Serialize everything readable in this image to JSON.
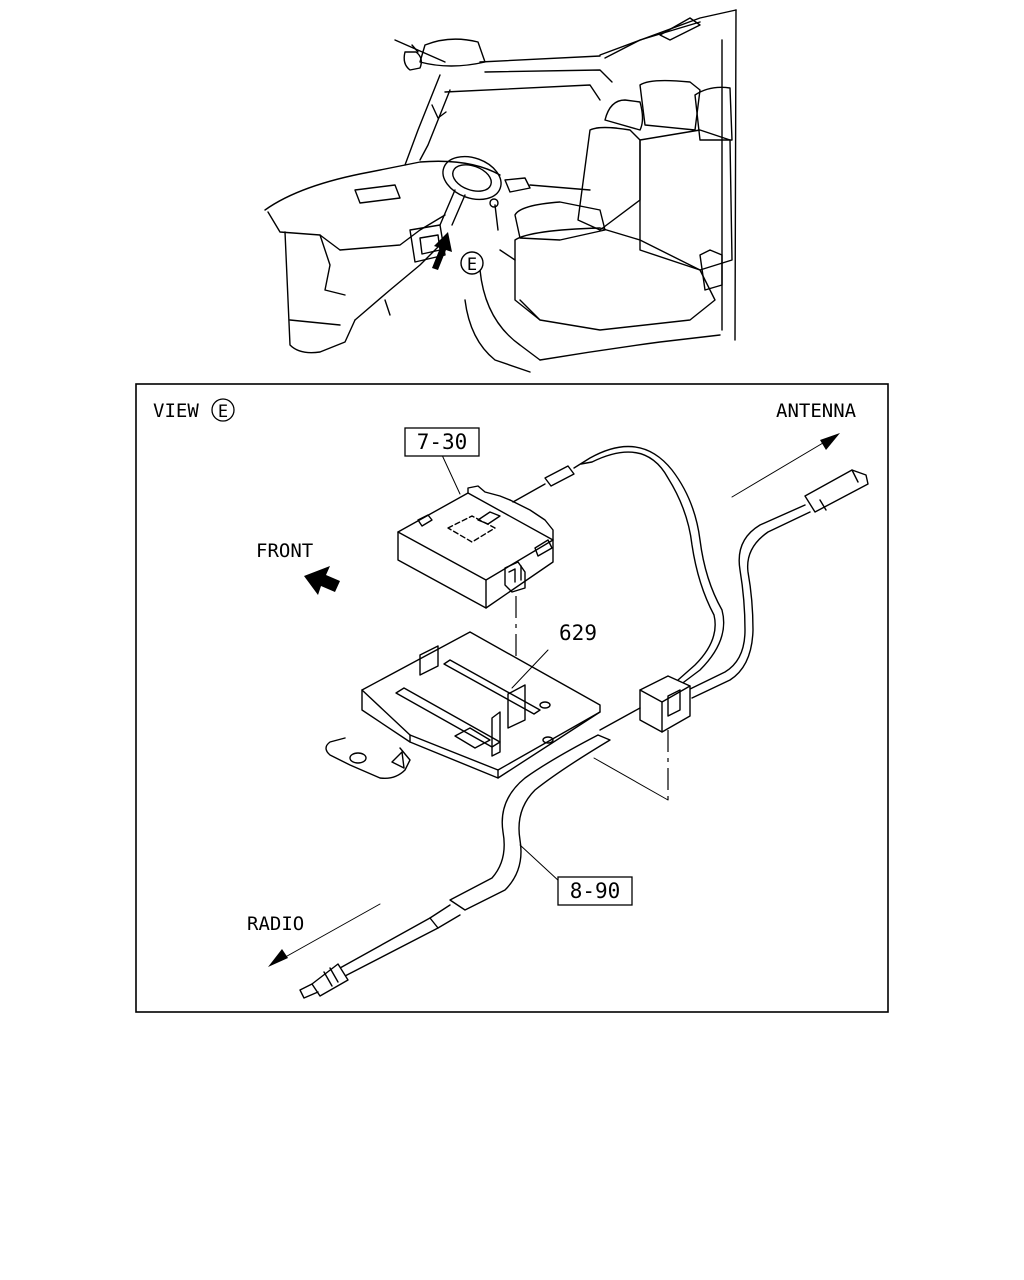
{
  "view_label": {
    "prefix": "VIEW",
    "letter": "E"
  },
  "overview_marker": "E",
  "labels": {
    "antenna": "ANTENNA",
    "front": "FRONT",
    "radio": "RADIO"
  },
  "part_refs": {
    "unit": "7-30",
    "bracket": "629",
    "cable": "8-90"
  }
}
